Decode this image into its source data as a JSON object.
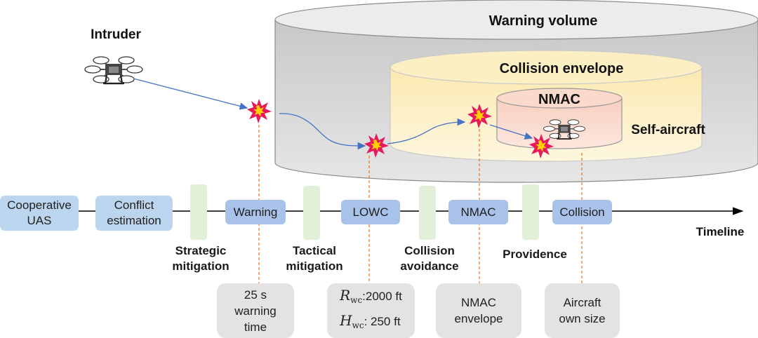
{
  "labels": {
    "intruder": "Intruder",
    "warning_volume": "Warning volume",
    "collision_envelope": "Collision envelope",
    "nmac": "NMAC",
    "self_aircraft": "Self-aircraft",
    "timeline": "Timeline"
  },
  "stages": {
    "cooperative_uas": [
      "Cooperative",
      "UAS"
    ],
    "conflict_estimation": [
      "Conflict",
      "estimation"
    ],
    "warning": "Warning",
    "lowc": "LOWC",
    "nmac": "NMAC",
    "collision": "Collision"
  },
  "mitigations": {
    "strategic": [
      "Strategic",
      "mitigation"
    ],
    "tactical": [
      "Tactical",
      "mitigation"
    ],
    "collision_avoidance": [
      "Collision",
      "avoidance"
    ],
    "providence": "Providence"
  },
  "details": {
    "warning_time": [
      "25 s",
      "warning",
      "time"
    ],
    "lowc_r_symbol": "R",
    "lowc_r_sub": "wc",
    "lowc_r_value": ":2000 ft",
    "lowc_h_symbol": "H",
    "lowc_h_sub": "wc",
    "lowc_h_value": ": 250 ft",
    "nmac_envelope": [
      "NMAC",
      "envelope"
    ],
    "aircraft_size": [
      "Aircraft",
      "own size"
    ]
  },
  "colors": {
    "warning_volume_fill": "#d9d9d9",
    "collision_envelope_fill": "#fdf3c9",
    "nmac_fill": "#fbdcd0",
    "stage_box": "#bcd5ee",
    "mitigation_bar": "#e2f0d9",
    "detail_box": "#e3e3e3",
    "trajectory": "#4472c4",
    "dashed_guide": "#ed7d31",
    "burst_outer": "#e8195a",
    "burst_inner": "#ffd000"
  },
  "icons": [
    "drone-icon",
    "collision-burst-icon"
  ]
}
